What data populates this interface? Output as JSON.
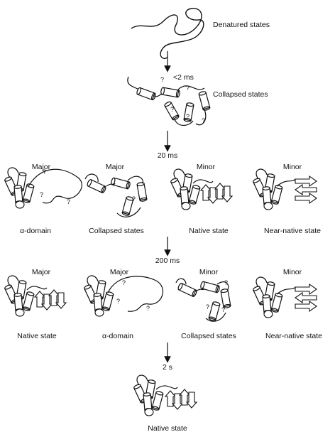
{
  "diagram": {
    "top": {
      "label": "Denatured states"
    },
    "step1": {
      "time": "<2 ms",
      "label": "Collapsed states"
    },
    "step2": {
      "time": "20 ms",
      "panels": [
        {
          "abundance": "Major",
          "label": "α-domain"
        },
        {
          "abundance": "Major",
          "label": "Collapsed states"
        },
        {
          "abundance": "Minor",
          "label": "Native state"
        },
        {
          "abundance": "Minor",
          "label": "Near-native state"
        }
      ]
    },
    "step3": {
      "time": "200 ms",
      "panels": [
        {
          "abundance": "Major",
          "label": "Native state"
        },
        {
          "abundance": "Major",
          "label": "α-domain"
        },
        {
          "abundance": "Minor",
          "label": "Collapsed states"
        },
        {
          "abundance": "Minor",
          "label": "Near-native state"
        }
      ]
    },
    "step4": {
      "time": "2 s",
      "label": "Native state"
    },
    "unknown_marker": "?"
  }
}
